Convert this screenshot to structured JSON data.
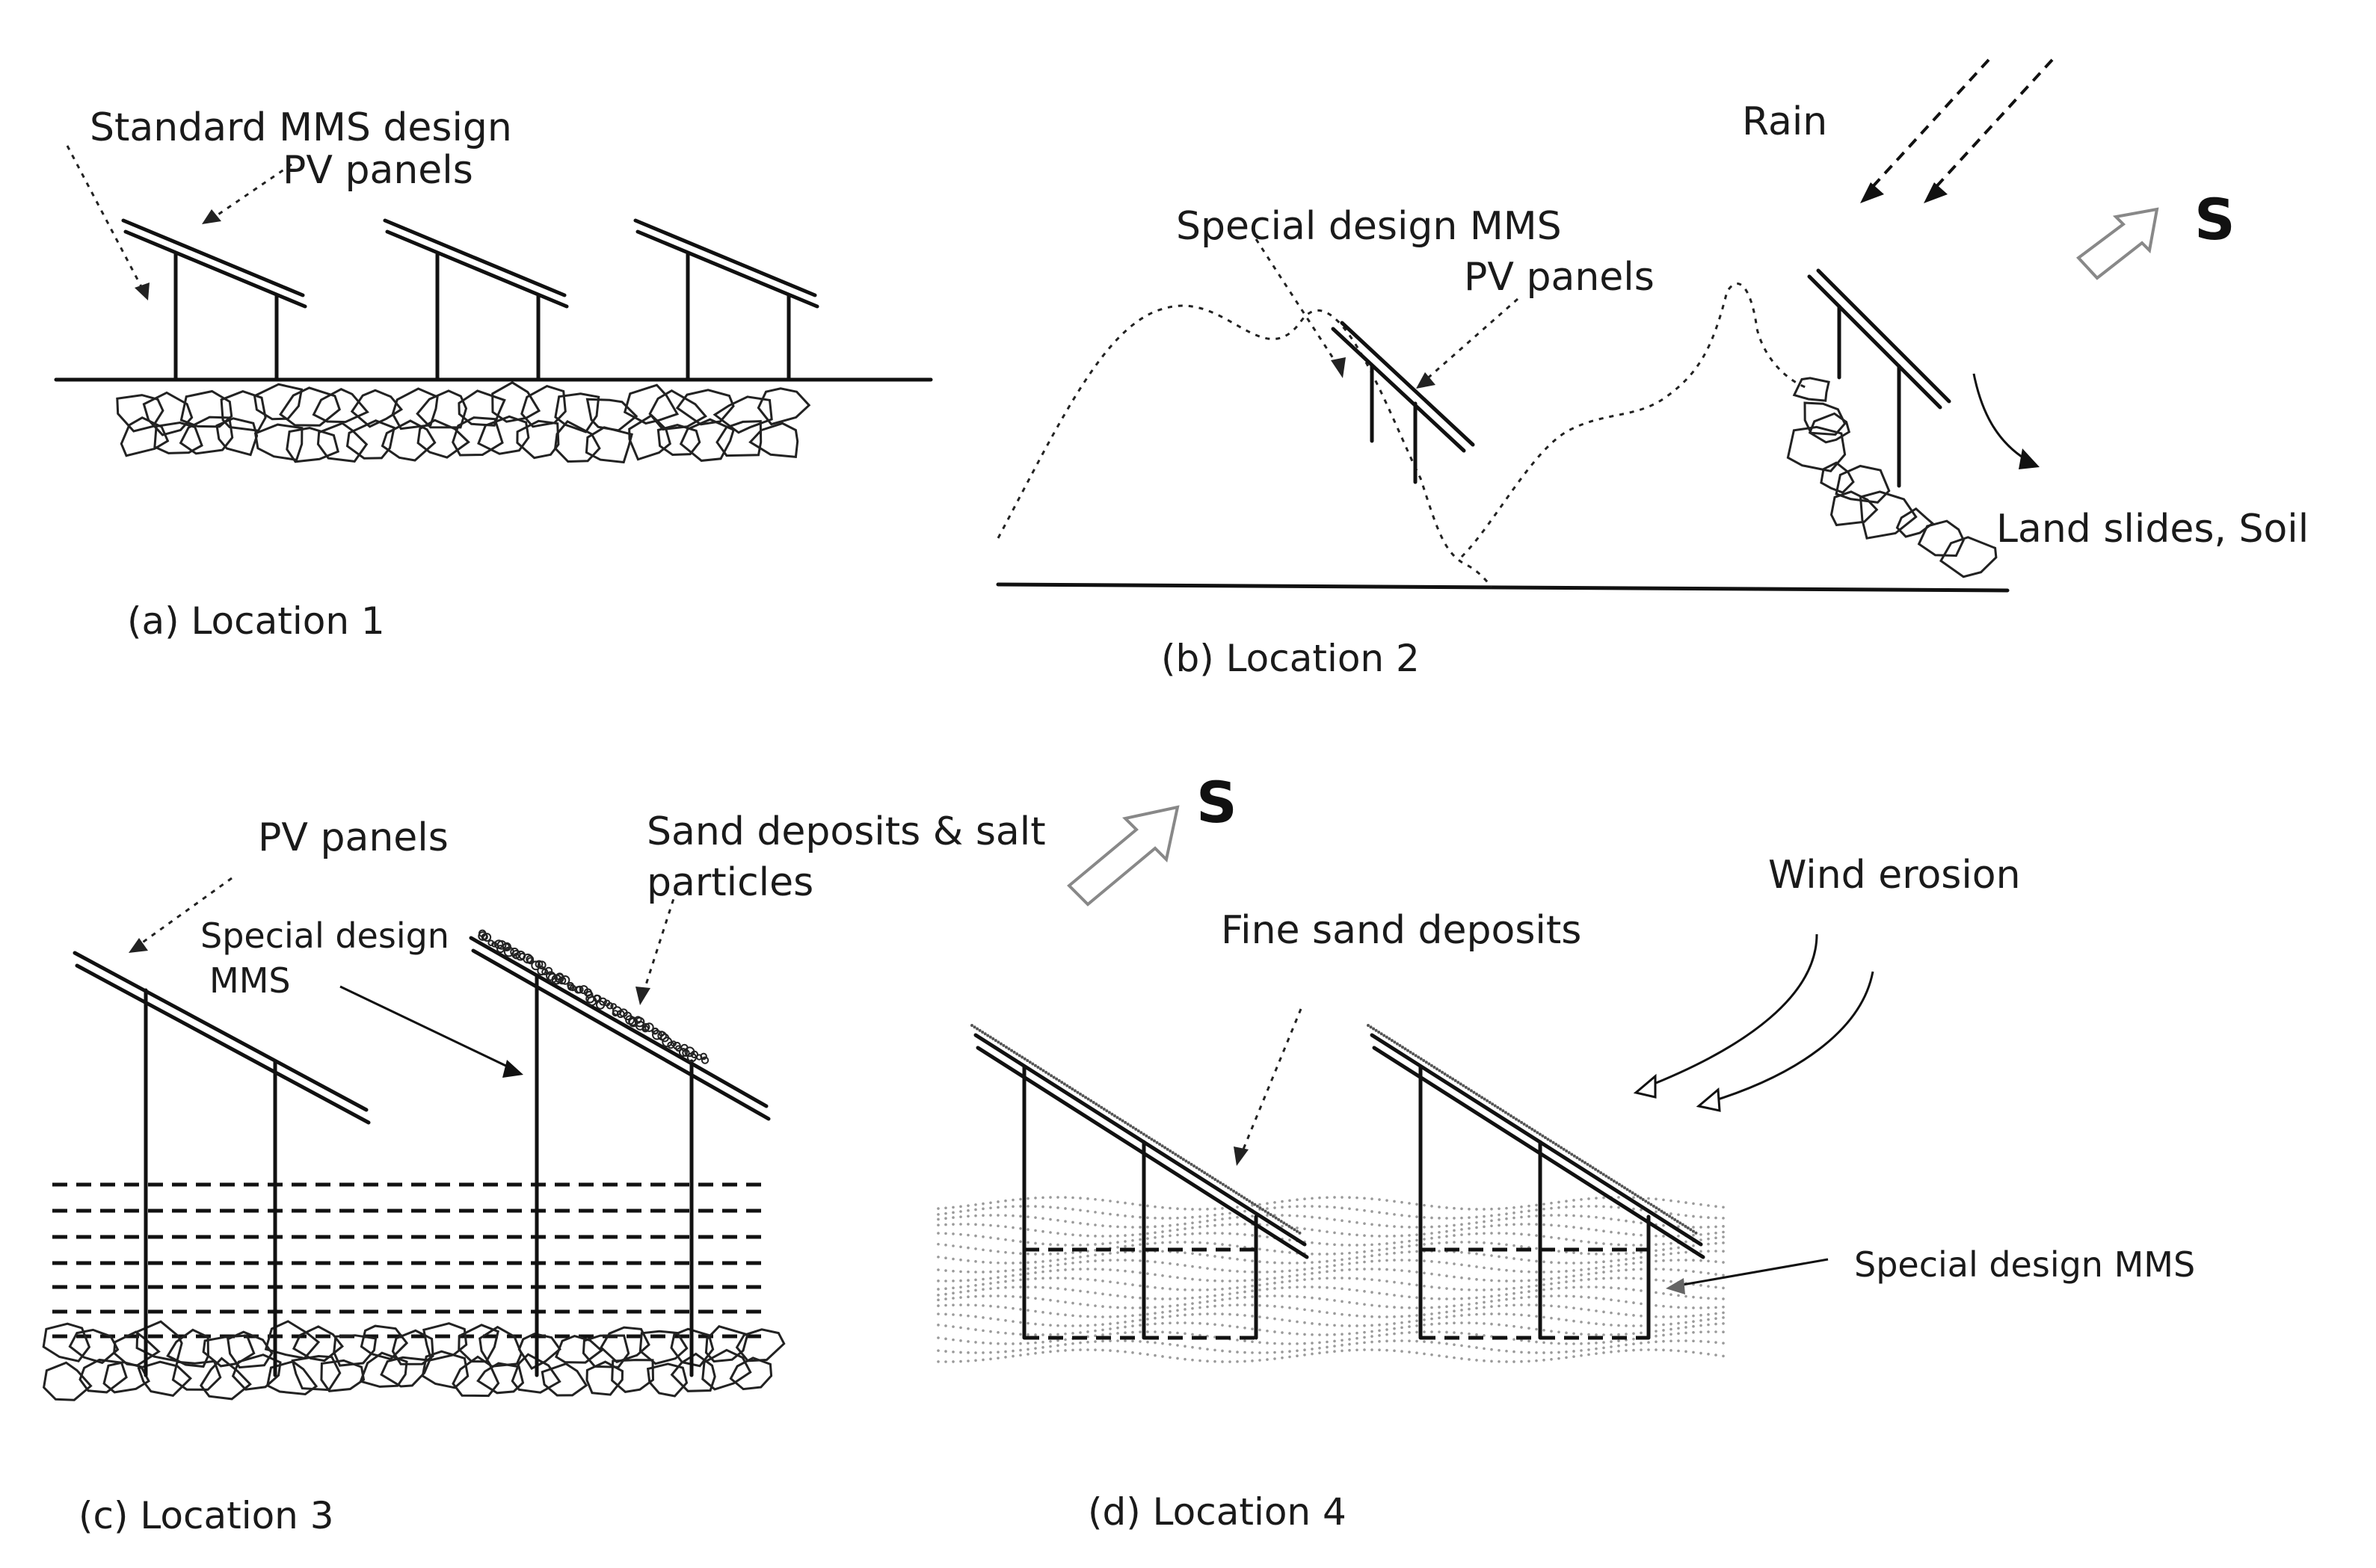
{
  "panel_a": {
    "label_mms": "Standard MMS design",
    "label_pv": "PV panels",
    "caption": "(a) Location  1"
  },
  "panel_b": {
    "label_rain": "Rain",
    "label_mms": "Special design MMS",
    "label_pv": "PV panels",
    "label_slides": "Land slides, Soil",
    "label_s": "S",
    "caption": "(b) Location  2"
  },
  "panel_c": {
    "label_pv": "PV panels",
    "label_mms_1": "Special design",
    "label_mms_2": "MMS",
    "label_sand_1": "Sand deposits & salt",
    "label_sand_2": "particles",
    "label_s": "S",
    "caption": "(c)  Location  3"
  },
  "panel_d": {
    "label_wind": "Wind erosion",
    "label_fine": "Fine sand deposits",
    "label_mms": "Special design MMS",
    "caption": "(d) Location   4"
  }
}
